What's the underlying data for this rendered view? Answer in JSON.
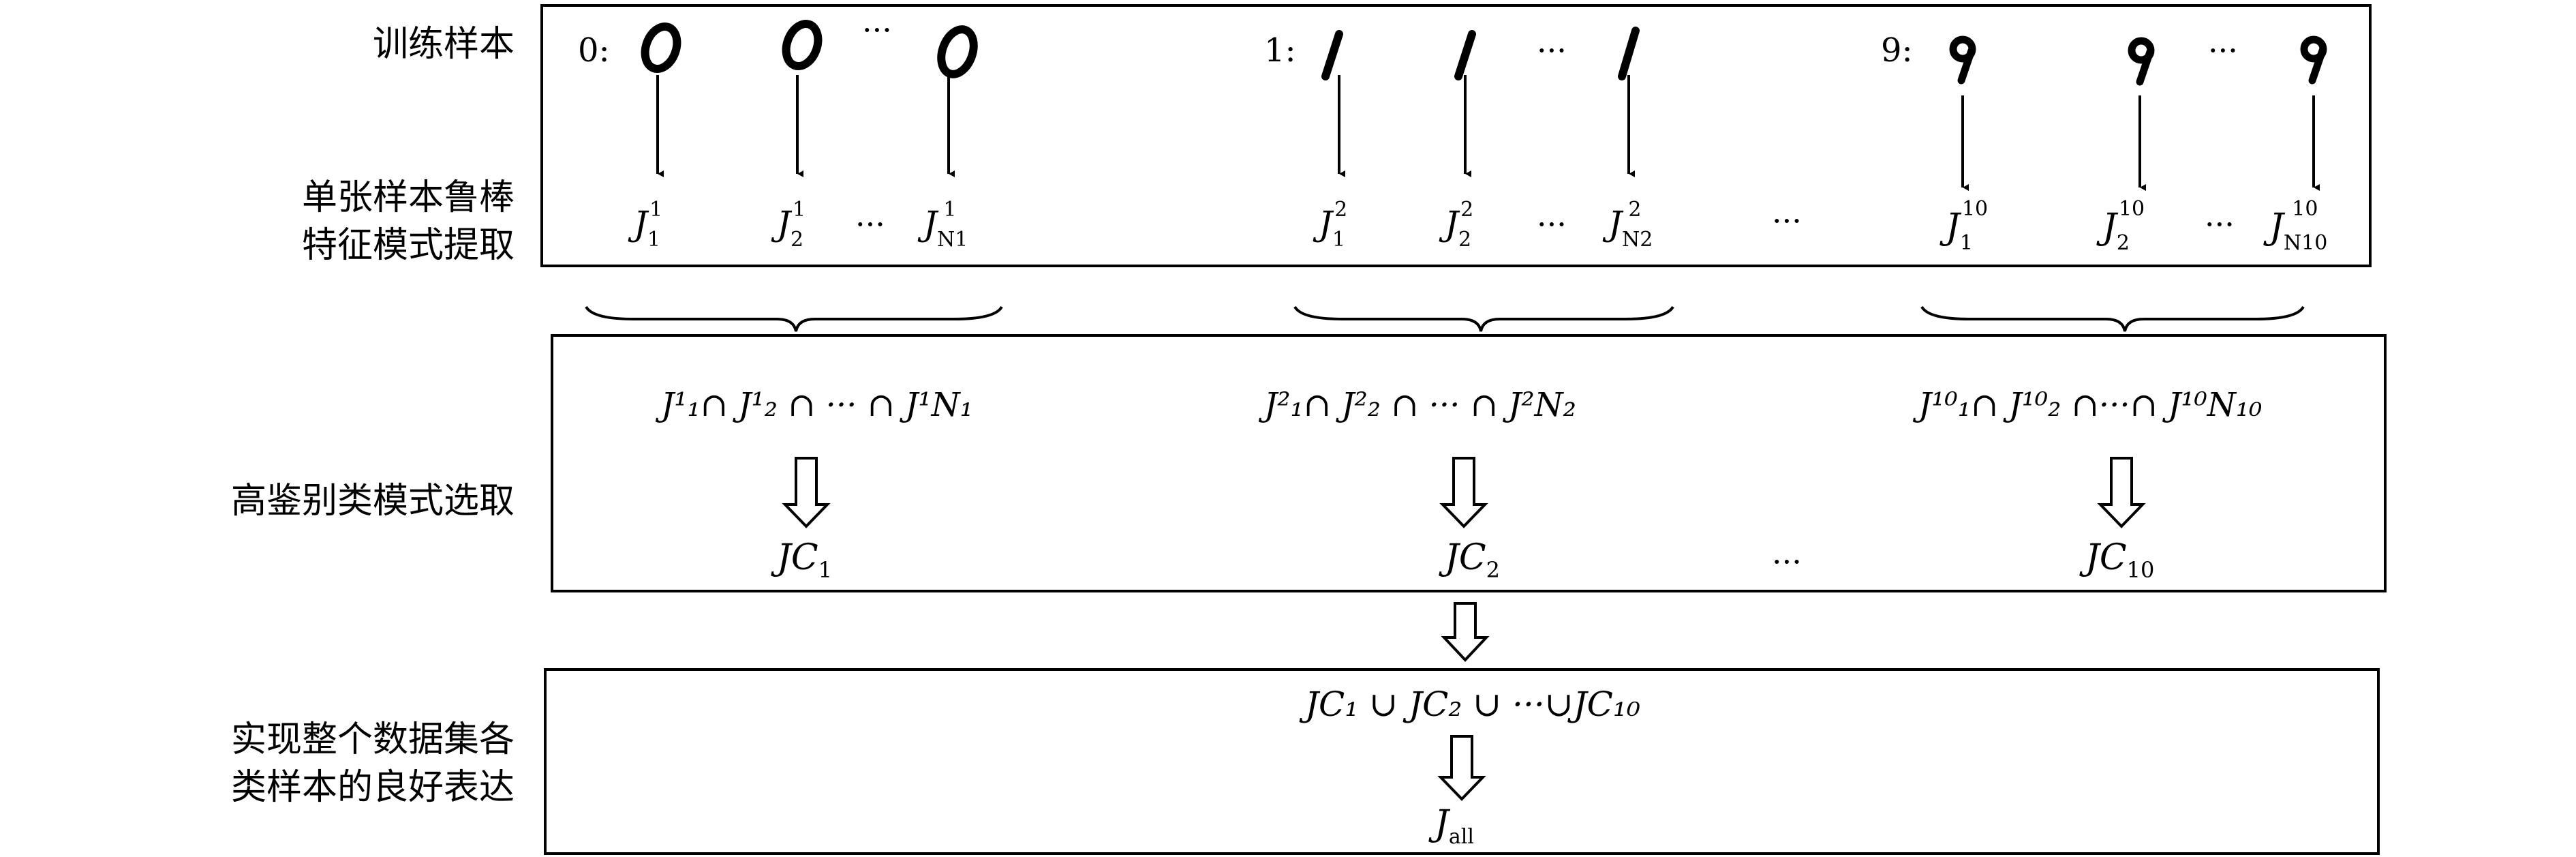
{
  "stages": {
    "training_samples": "训练样本",
    "feature_extraction": [
      "单张样本鲁棒",
      "特征模式提取"
    ],
    "pattern_selection": "高鉴别类模式选取",
    "representation": [
      "实现整个数据集各",
      "类样本的良好表达"
    ]
  },
  "sample_groups": [
    {
      "label": "0:",
      "digit": "0",
      "features": [
        {
          "sub": "1",
          "sup": "1"
        },
        {
          "sub": "2",
          "sup": "1"
        },
        {
          "sub": "N1",
          "sup": "1"
        }
      ],
      "intersection": "J¹₁∩ J¹₂ ∩ ··· ∩ J¹N₁",
      "class_pattern": {
        "base": "JC",
        "sub": "1"
      }
    },
    {
      "label": "1:",
      "digit": "1",
      "features": [
        {
          "sub": "1",
          "sup": "2"
        },
        {
          "sub": "2",
          "sup": "2"
        },
        {
          "sub": "N2",
          "sup": "2"
        }
      ],
      "intersection": "J²₁∩ J²₂ ∩ ··· ∩ J²N₂",
      "class_pattern": {
        "base": "JC",
        "sub": "2"
      }
    },
    {
      "label": "9:",
      "digit": "9",
      "features": [
        {
          "sub": "1",
          "sup": "10"
        },
        {
          "sub": "2",
          "sup": "10"
        },
        {
          "sub": "N10",
          "sup": "10"
        }
      ],
      "intersection": "J¹⁰₁∩ J¹⁰₂ ∩···∩ J¹⁰N₁₀",
      "class_pattern": {
        "base": "JC",
        "sub": "10"
      }
    }
  ],
  "ellipsis": "···",
  "union_formula": "JC₁ ∪ JC₂ ∪ ···∪JC₁₀",
  "final_output": {
    "base": "J",
    "sub": "all"
  },
  "icons": [
    "down-arrow-icon",
    "hollow-down-arrow-icon",
    "underbrace-icon",
    "handwritten-digit-icon"
  ]
}
